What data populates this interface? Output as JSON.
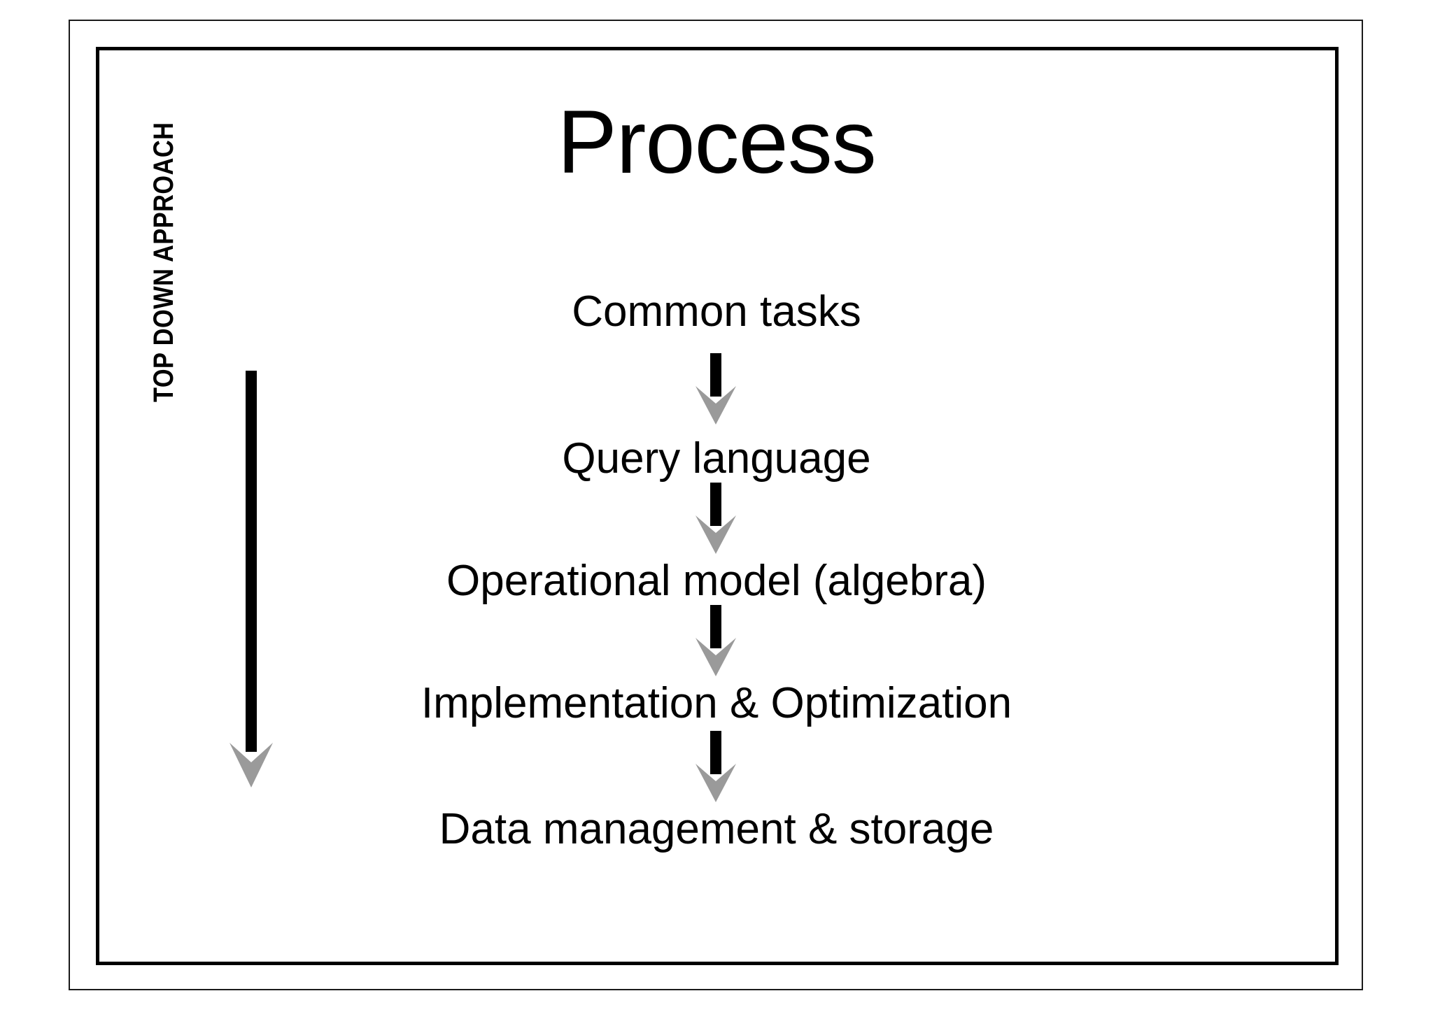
{
  "slide": {
    "title": "Process",
    "side_label": "TOP DOWN APPROACH",
    "colors": {
      "text": "#000000",
      "arrow_shaft": "#000000",
      "arrow_head": "#9a9a9a",
      "frame": "#000000",
      "background": "#ffffff"
    }
  },
  "flow": {
    "steps": [
      {
        "label": "Common tasks"
      },
      {
        "label": "Query language"
      },
      {
        "label": "Operational model (algebra)"
      },
      {
        "label": "Implementation & Optimization"
      },
      {
        "label": "Data management & storage"
      }
    ],
    "connectors": [
      {
        "name": "arrow-common-tasks-to-query-language"
      },
      {
        "name": "arrow-query-language-to-operational-model"
      },
      {
        "name": "arrow-operational-model-to-implementation"
      },
      {
        "name": "arrow-implementation-to-data-management"
      }
    ]
  }
}
